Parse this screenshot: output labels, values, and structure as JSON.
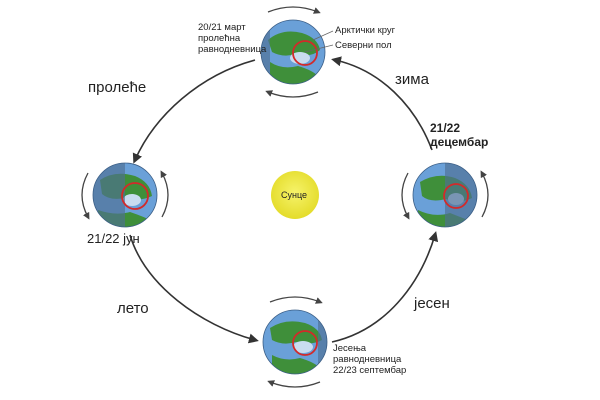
{
  "sun_label": "Сунце",
  "seasons": {
    "spring": "пролеће",
    "winter": "зима",
    "summer": "лето",
    "autumn": "јесен"
  },
  "positions": {
    "march": {
      "line1": "20/21 март",
      "line2": "пролећна",
      "line3": "равнодневница"
    },
    "december": {
      "line1": "21/22",
      "line2": "децембар"
    },
    "june": {
      "line1": "21/22 јун"
    },
    "september": {
      "line1": "Јесења",
      "line2": "равнодневница",
      "line3": "22/23 септембар"
    }
  },
  "legend": {
    "arctic_circle": "Арктички круг",
    "north_pole": "Северни пол"
  },
  "colors": {
    "sun": "#ede83a",
    "ocean_lit": "#6aa0d8",
    "ocean_dark": "#5a7ca3",
    "land": "#3f8f3a",
    "ice": "#c9dcef",
    "arctic_circle": "#d22a2a",
    "orbit": "#333333"
  }
}
